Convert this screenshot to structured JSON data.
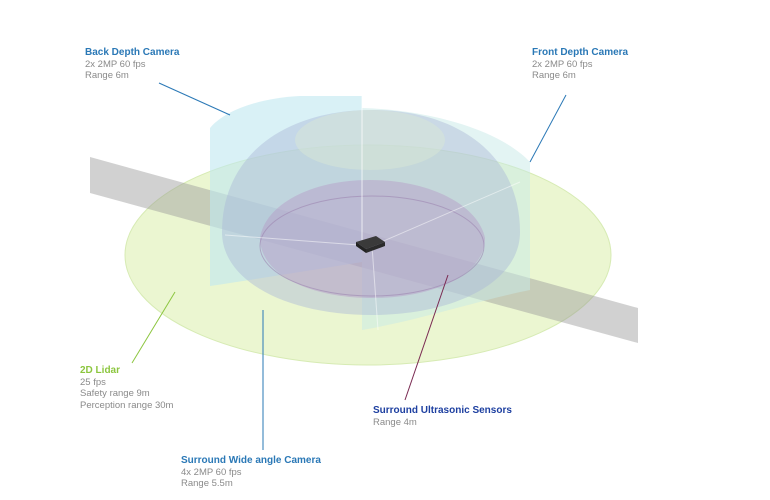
{
  "labels": {
    "back_depth": {
      "title": "Back Depth Camera",
      "lines": [
        "2x 2MP 60 fps",
        "Range 6m"
      ],
      "color": "#2a78b6"
    },
    "front_depth": {
      "title": "Front Depth Camera",
      "lines": [
        "2x 2MP 60 fps",
        "Range 6m"
      ],
      "color": "#2a78b6"
    },
    "lidar": {
      "title": "2D Lidar",
      "lines": [
        "25 fps",
        "Safety range 9m",
        "Perception range 30m"
      ],
      "color": "#8cc63f"
    },
    "ultrasonic": {
      "title": "Surround Ultrasonic Sensors",
      "lines": [
        "Range 4m"
      ],
      "color": "#1d3fa0"
    },
    "wide_angle": {
      "title": "Surround Wide angle Camera",
      "lines": [
        "4x 2MP 60 fps",
        "Range 5.5m"
      ],
      "color": "#2a78b6"
    }
  },
  "colors": {
    "lidar_fill": "#eaf6cf",
    "lidar_stroke": "#d5eab0",
    "depth_fill": "#bfe8f0",
    "wide_fill": "#aab9d6",
    "ultra_fill": "#b59ac6",
    "band_fill": "#9a9a9a",
    "ultra_leader": "#7a2a52",
    "lidar_leader": "#8cc63f",
    "blue_leader": "#2a78b6"
  }
}
